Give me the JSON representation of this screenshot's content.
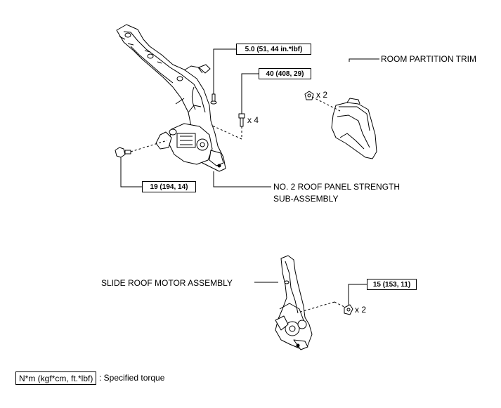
{
  "parts": {
    "room_partition_trim": "ROOM PARTITION TRIM",
    "roof_panel_line1": "NO. 2 ROOF PANEL STRENGTH",
    "roof_panel_line2": "SUB-ASSEMBLY",
    "slide_roof_motor": "SLIDE ROOF MOTOR ASSEMBLY"
  },
  "torques": {
    "t1": "5.0 (51, 44 in.*lbf)",
    "t2": "40 (408, 29)",
    "t3": "19 (194, 14)",
    "t4": "15 (153, 11)"
  },
  "quantities": {
    "clip_qty": "x 2",
    "bolt_qty": "x 4",
    "motor_screw_qty": "x 2"
  },
  "legend": {
    "box": "N*m (kgf*cm, ft.*lbf)",
    "text": ": Specified torque"
  }
}
